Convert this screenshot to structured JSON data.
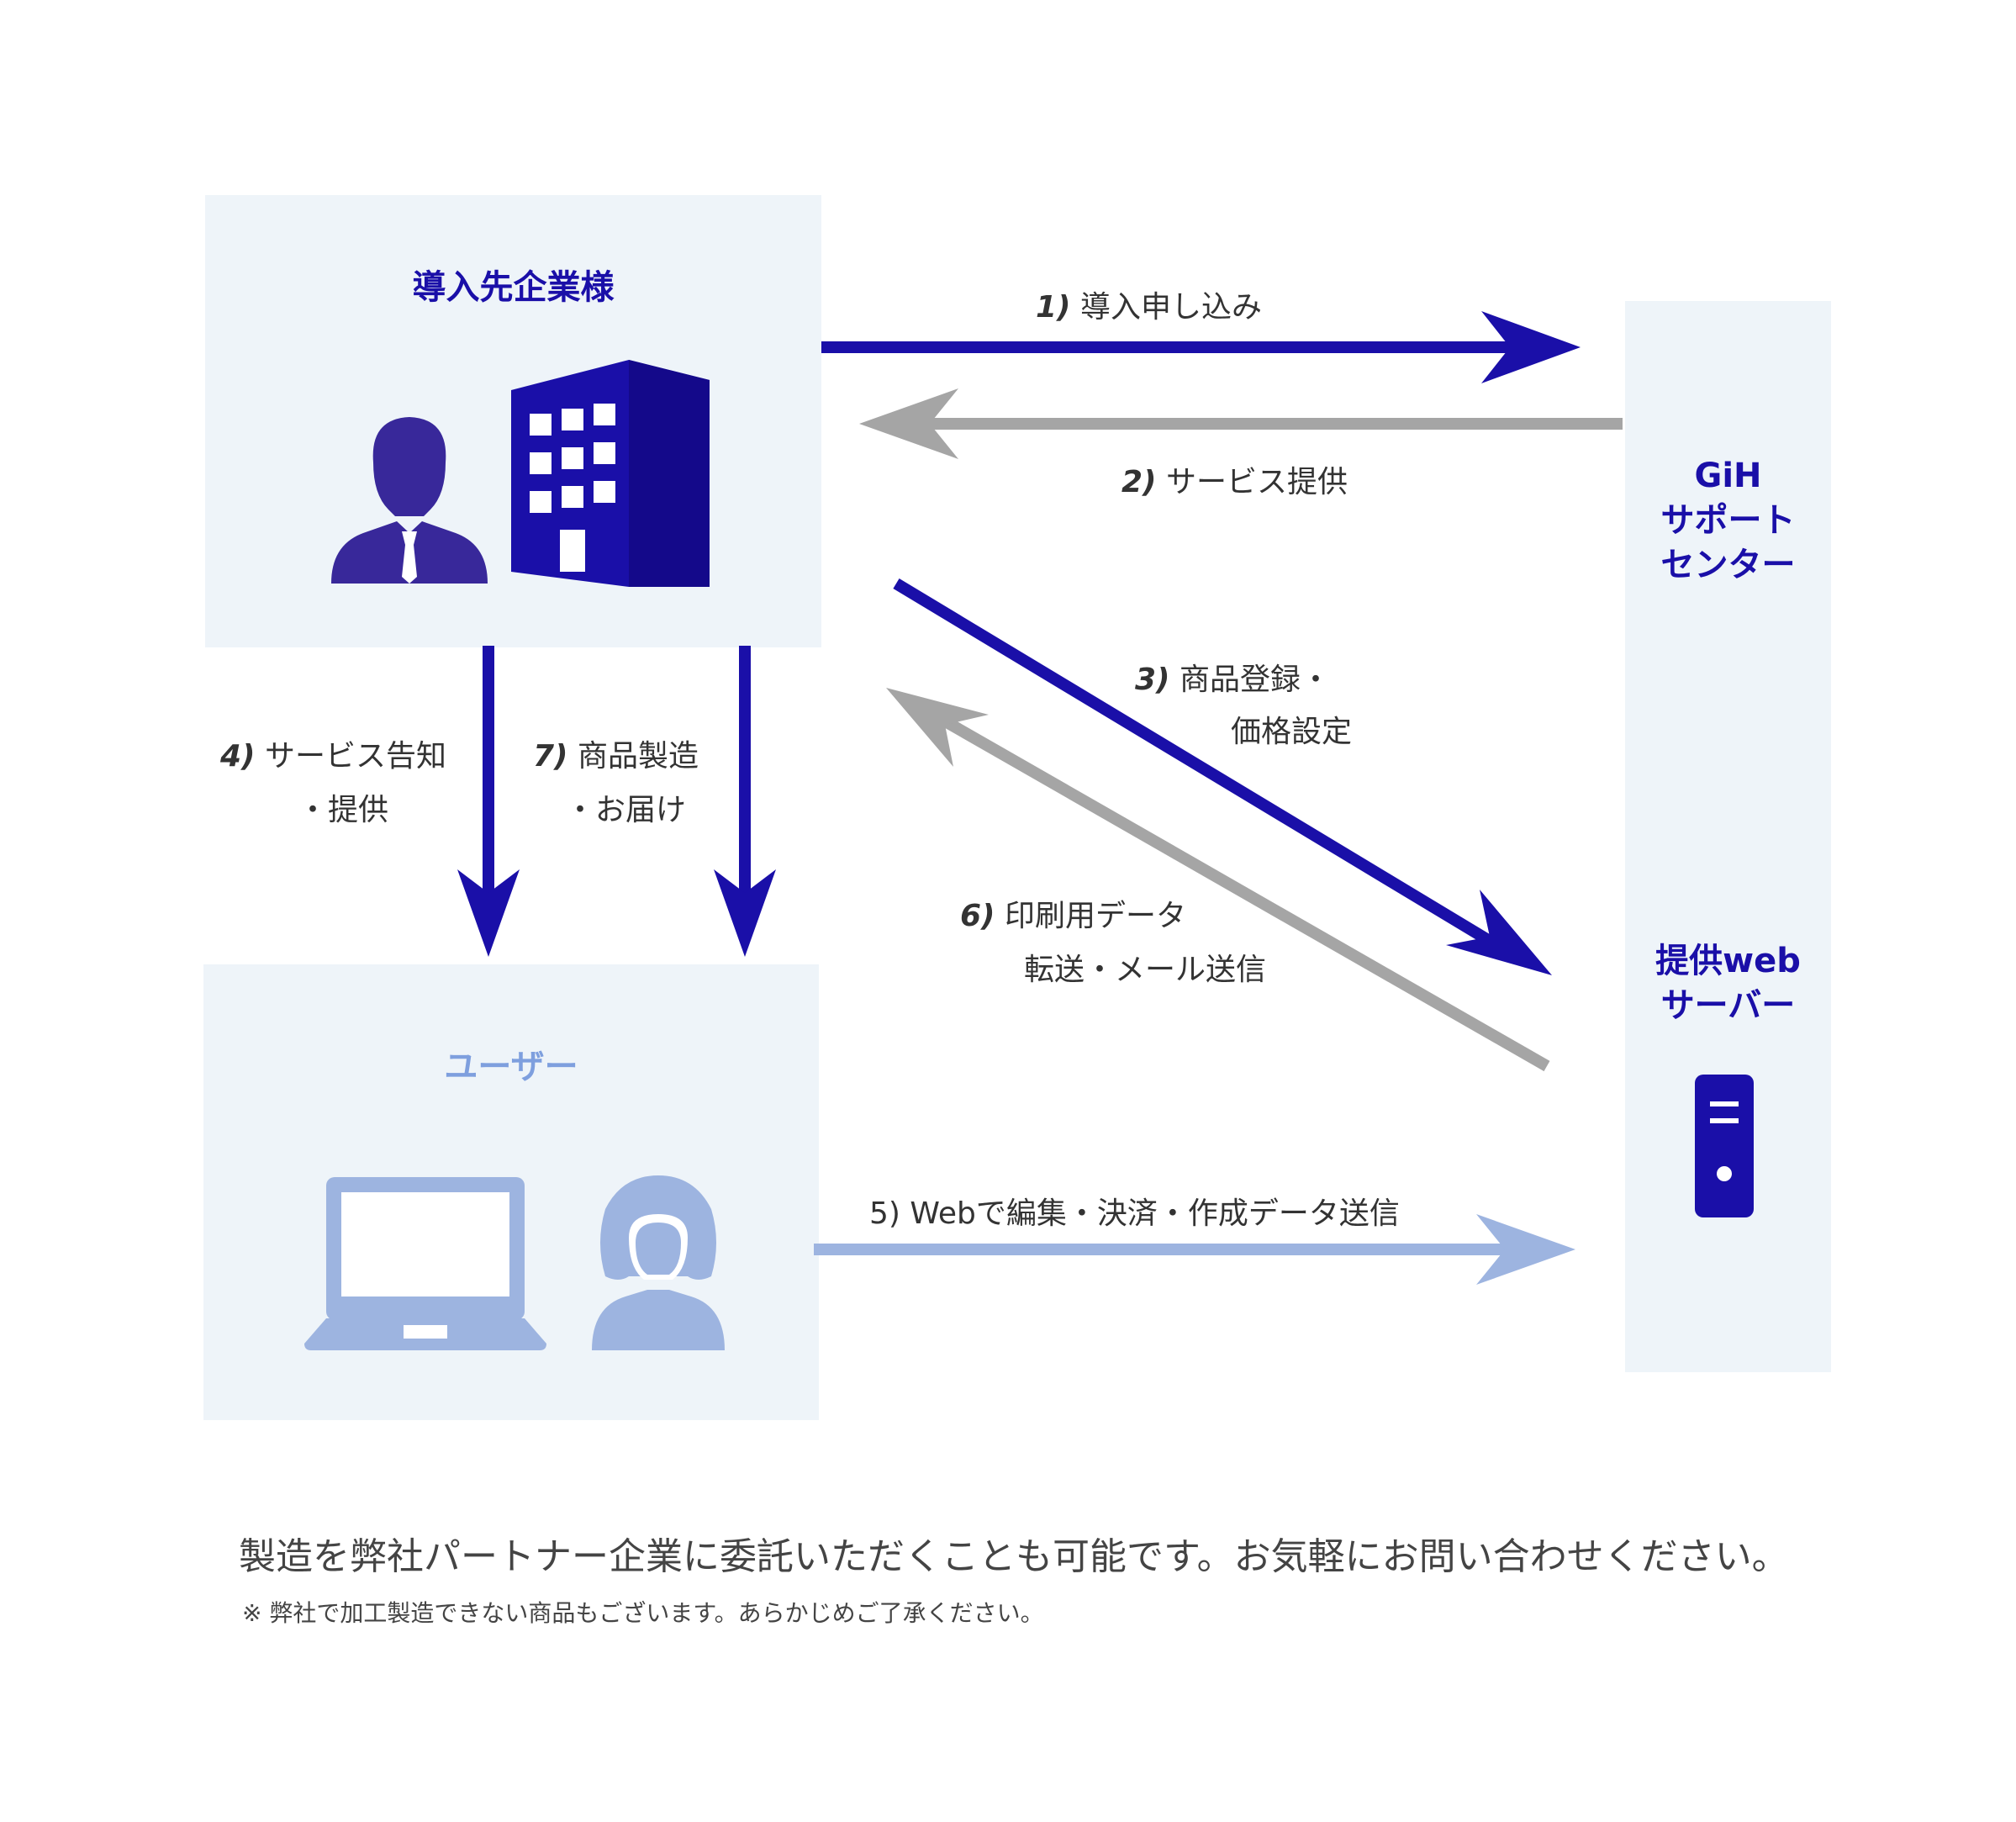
{
  "colors": {
    "dark_blue": "#1a0fa8",
    "gray": "#a5a5a5",
    "light_blue": "#9db4e0",
    "panel_bg": "#eef4f9"
  },
  "nodes": {
    "client": {
      "title": "導入先企業様",
      "icons": [
        "person-icon",
        "building-icon"
      ]
    },
    "user": {
      "title": "ユーザー",
      "icons": [
        "laptop-icon",
        "woman-icon"
      ]
    },
    "support": {
      "title_lines": [
        "GiH",
        "サポート",
        "センター"
      ]
    },
    "server": {
      "title_lines": [
        "提供web",
        "サーバー"
      ],
      "icons": [
        "server-icon"
      ]
    }
  },
  "flows": [
    {
      "num": "1)",
      "lines": [
        "導入申し込み"
      ]
    },
    {
      "num": "2)",
      "lines": [
        "サービス提供"
      ]
    },
    {
      "num": "3)",
      "lines": [
        "商品登録・",
        "価格設定"
      ]
    },
    {
      "num": "4)",
      "lines": [
        "サービス告知",
        "・提供"
      ]
    },
    {
      "num": "5)",
      "lines": [
        "Webで編集・決済・作成データ送信"
      ]
    },
    {
      "num": "6)",
      "lines": [
        "印刷用データ",
        "転送・メール送信"
      ]
    },
    {
      "num": "7)",
      "lines": [
        "商品製造",
        "・お届け"
      ]
    }
  ],
  "notes": {
    "main": "製造を弊社パートナー企業に委託いただくことも可能です。お気軽にお問い合わせください。",
    "sub": "※ 弊社で加工製造できない商品もございます。あらかじめご了承ください。"
  }
}
